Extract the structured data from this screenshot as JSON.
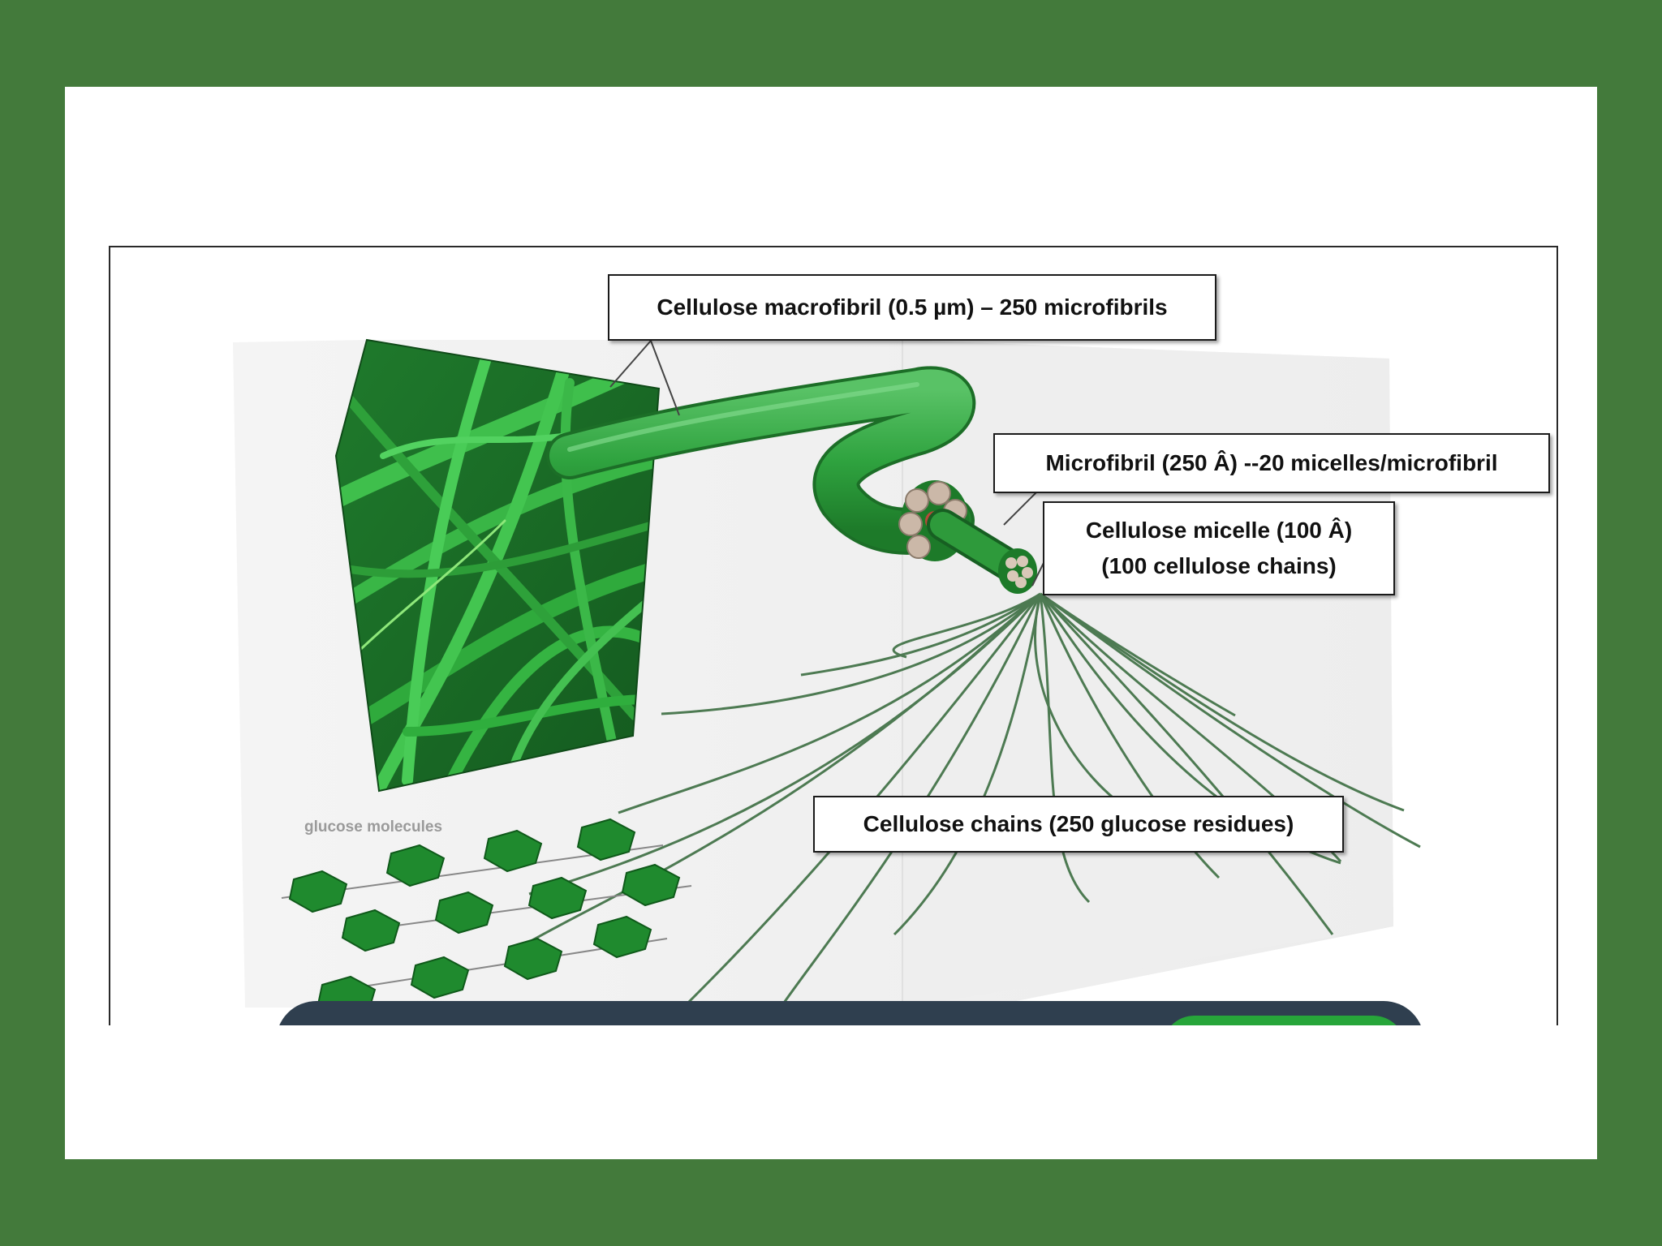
{
  "diagram": {
    "labels": {
      "macrofibril": "Cellulose macrofibril (0.5 µm) – 250 microfibrils",
      "microfibril": "Microfibril (250 Â) --20 micelles/microfibril",
      "micelle_line1": "Cellulose micelle (100 Â)",
      "micelle_line2": "(100 cellulose chains)",
      "chains": "Cellulose chains (250 glucose residues)",
      "glucose": "glucose molecules"
    },
    "colors": {
      "border": "#437a3b",
      "fiber_green": "#2fa33f",
      "fiber_dark": "#1c6e27",
      "chain_green": "#4d7a52",
      "bottom_bar": "#2f3f4f",
      "bottom_pill": "#27a53a"
    }
  }
}
